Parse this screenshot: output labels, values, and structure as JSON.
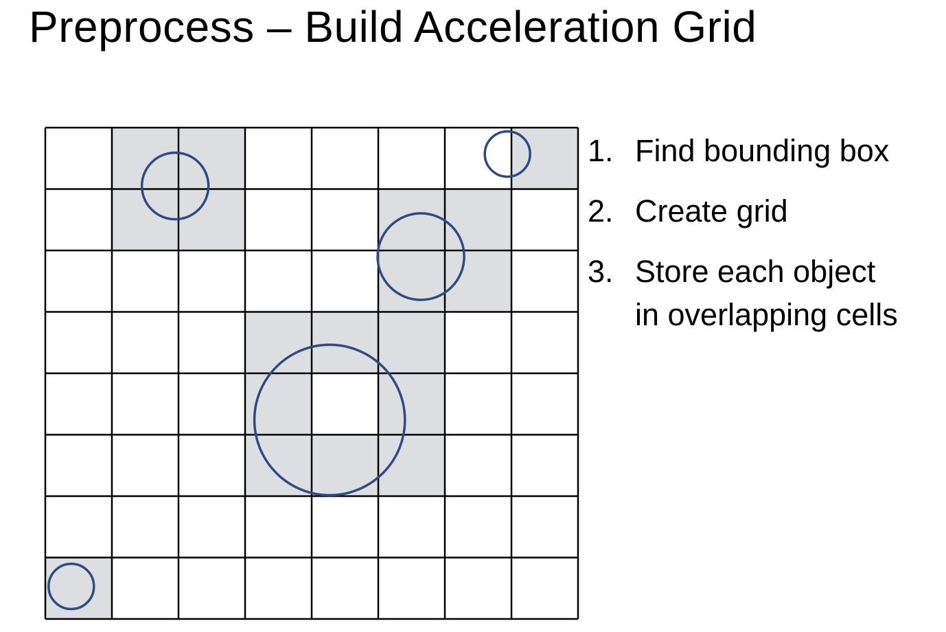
{
  "title": "Preprocess – Build Acceleration Grid",
  "colors": {
    "grid_line": "#000000",
    "cell_fill": "#dcdee2",
    "circle_stroke": "#2f4b80",
    "background": "#ffffff"
  },
  "grid": {
    "cols": 8,
    "rows": 8,
    "shaded_cells": [
      [
        0,
        1
      ],
      [
        0,
        2
      ],
      [
        0,
        7
      ],
      [
        1,
        1
      ],
      [
        1,
        2
      ],
      [
        1,
        5
      ],
      [
        1,
        6
      ],
      [
        2,
        5
      ],
      [
        2,
        6
      ],
      [
        3,
        3
      ],
      [
        3,
        4
      ],
      [
        3,
        5
      ],
      [
        4,
        3
      ],
      [
        4,
        5
      ],
      [
        5,
        3
      ],
      [
        5,
        4
      ],
      [
        5,
        5
      ],
      [
        7,
        0
      ]
    ],
    "objects": [
      {
        "cx_cells": 1.95,
        "cy_cells": 0.95,
        "r_cells": 0.5
      },
      {
        "cx_cells": 6.94,
        "cy_cells": 0.43,
        "r_cells": 0.34
      },
      {
        "cx_cells": 5.64,
        "cy_cells": 2.1,
        "r_cells": 0.65
      },
      {
        "cx_cells": 4.27,
        "cy_cells": 4.76,
        "r_cells": 1.13
      },
      {
        "cx_cells": 0.39,
        "cy_cells": 7.47,
        "r_cells": 0.34
      }
    ]
  },
  "steps": [
    {
      "number": "1.",
      "text": "Find bounding box"
    },
    {
      "number": "2.",
      "text": "Create grid"
    },
    {
      "number": "3.",
      "text": "Store each object\nin overlapping cells"
    }
  ]
}
